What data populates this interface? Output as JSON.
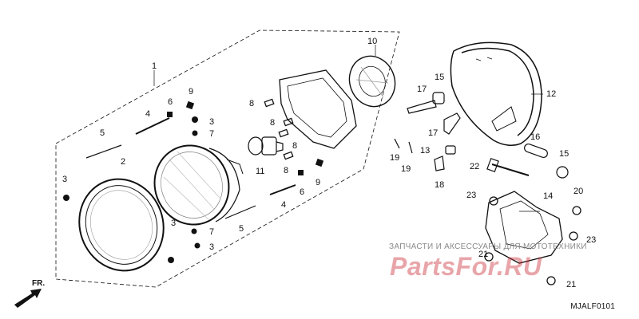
{
  "diagram": {
    "code": "MJALF0101",
    "direction_label": "FR.",
    "watermark_text": "ЗАПЧАСТИ И АКСЕССУАРЫ ДЛЯ МОТОТЕХНИКИ",
    "watermark_logo": "PartsFor.RU",
    "callouts": [
      {
        "id": "c1",
        "label": "1"
      },
      {
        "id": "c2",
        "label": "2"
      },
      {
        "id": "c3a",
        "label": "3"
      },
      {
        "id": "c3b",
        "label": "3"
      },
      {
        "id": "c3c",
        "label": "3"
      },
      {
        "id": "c3d",
        "label": "3"
      },
      {
        "id": "c4a",
        "label": "4"
      },
      {
        "id": "c4b",
        "label": "4"
      },
      {
        "id": "c5a",
        "label": "5"
      },
      {
        "id": "c5b",
        "label": "5"
      },
      {
        "id": "c6a",
        "label": "6"
      },
      {
        "id": "c6b",
        "label": "6"
      },
      {
        "id": "c7a",
        "label": "7"
      },
      {
        "id": "c7b",
        "label": "7"
      },
      {
        "id": "c8a",
        "label": "8"
      },
      {
        "id": "c8b",
        "label": "8"
      },
      {
        "id": "c8c",
        "label": "8"
      },
      {
        "id": "c8d",
        "label": "8"
      },
      {
        "id": "c9a",
        "label": "9"
      },
      {
        "id": "c9b",
        "label": "9"
      },
      {
        "id": "c10",
        "label": "10"
      },
      {
        "id": "c11",
        "label": "11"
      },
      {
        "id": "c12",
        "label": "12"
      },
      {
        "id": "c13",
        "label": "13"
      },
      {
        "id": "c14",
        "label": "14"
      },
      {
        "id": "c15a",
        "label": "15"
      },
      {
        "id": "c15b",
        "label": "15"
      },
      {
        "id": "c16",
        "label": "16"
      },
      {
        "id": "c17a",
        "label": "17"
      },
      {
        "id": "c17b",
        "label": "17"
      },
      {
        "id": "c18",
        "label": "18"
      },
      {
        "id": "c19a",
        "label": "19"
      },
      {
        "id": "c19b",
        "label": "19"
      },
      {
        "id": "c20",
        "label": "20"
      },
      {
        "id": "c21a",
        "label": "21"
      },
      {
        "id": "c21b",
        "label": "21"
      },
      {
        "id": "c22",
        "label": "22"
      },
      {
        "id": "c23a",
        "label": "23"
      },
      {
        "id": "c23b",
        "label": "23"
      }
    ]
  }
}
